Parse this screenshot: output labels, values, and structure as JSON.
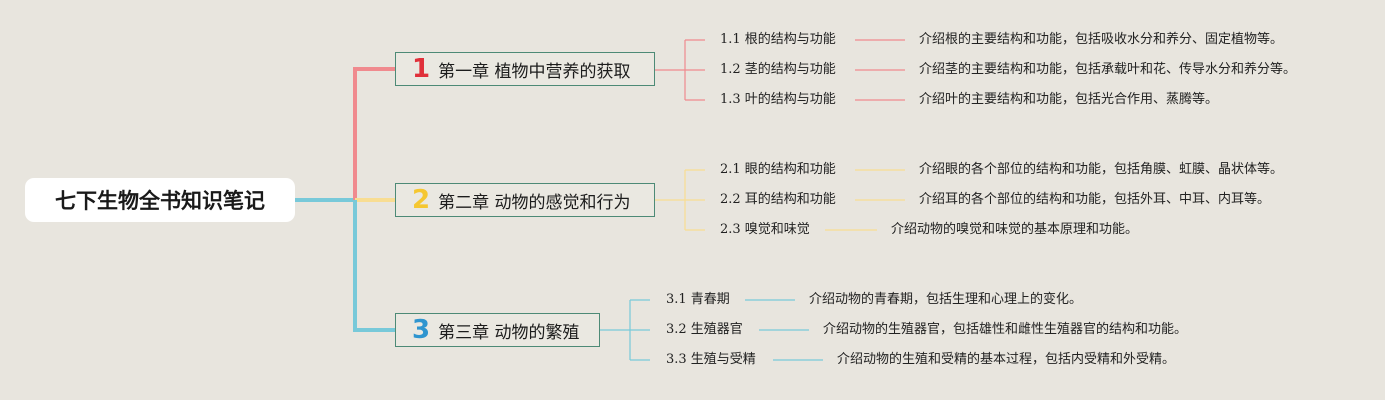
{
  "root": {
    "title": "七下生物全书知识笔记"
  },
  "colors": {
    "background": "#e8e5de",
    "chapter_border": "#4d8a76",
    "chapter1": "#f08a8e",
    "chapter1_num": "#e0303a",
    "chapter2": "#f8dd92",
    "chapter2_num": "#f5c731",
    "chapter3": "#78c9d9",
    "chapter3_num": "#2f95cf"
  },
  "chapters": [
    {
      "num": "1",
      "title": "第一章 植物中营养的获取",
      "sections": [
        {
          "label": "1.1 根的结构与功能",
          "desc": "介绍根的主要结构和功能，包括吸收水分和养分、固定植物等。"
        },
        {
          "label": "1.2 茎的结构与功能",
          "desc": "介绍茎的主要结构和功能，包括承载叶和花、传导水分和养分等。"
        },
        {
          "label": "1.3 叶的结构与功能",
          "desc": "介绍叶的主要结构和功能，包括光合作用、蒸腾等。"
        }
      ]
    },
    {
      "num": "2",
      "title": "第二章 动物的感觉和行为",
      "sections": [
        {
          "label": "2.1 眼的结构和功能",
          "desc": "介绍眼的各个部位的结构和功能，包括角膜、虹膜、晶状体等。"
        },
        {
          "label": "2.2 耳的结构和功能",
          "desc": "介绍耳的各个部位的结构和功能，包括外耳、中耳、内耳等。"
        },
        {
          "label": "2.3 嗅觉和味觉",
          "desc": "介绍动物的嗅觉和味觉的基本原理和功能。"
        }
      ]
    },
    {
      "num": "3",
      "title": "第三章 动物的繁殖",
      "sections": [
        {
          "label": "3.1 青春期",
          "desc": "介绍动物的青春期，包括生理和心理上的变化。"
        },
        {
          "label": "3.2 生殖器官",
          "desc": "介绍动物的生殖器官，包括雄性和雌性生殖器官的结构和功能。"
        },
        {
          "label": "3.3 生殖与受精",
          "desc": "介绍动物的生殖和受精的基本过程，包括内受精和外受精。"
        }
      ]
    }
  ]
}
